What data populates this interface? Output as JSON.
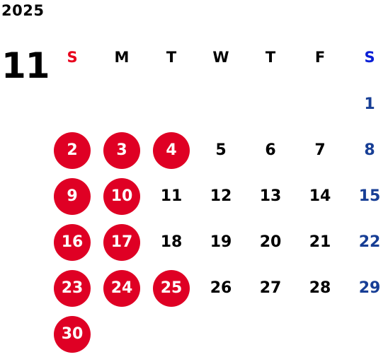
{
  "calendar": {
    "year": "2025",
    "month": "11",
    "weekdays": [
      "S",
      "M",
      "T",
      "W",
      "T",
      "F",
      "S"
    ],
    "weeks": [
      [
        "",
        "",
        "",
        "",
        "",
        "",
        "1"
      ],
      [
        "2",
        "3",
        "4",
        "5",
        "6",
        "7",
        "8"
      ],
      [
        "9",
        "10",
        "11",
        "12",
        "13",
        "14",
        "15"
      ],
      [
        "16",
        "17",
        "18",
        "19",
        "20",
        "21",
        "22"
      ],
      [
        "23",
        "24",
        "25",
        "26",
        "27",
        "28",
        "29"
      ],
      [
        "30",
        "",
        "",
        "",
        "",
        "",
        ""
      ]
    ],
    "holidays": [
      "2",
      "3",
      "4",
      "9",
      "10",
      "16",
      "17",
      "23",
      "24",
      "25",
      "30"
    ]
  },
  "colors": {
    "sunday_header": "#e8001c",
    "saturday_header": "#0a1fd6",
    "saturday_days": "#173e95",
    "holiday_circle": "#df0024"
  }
}
